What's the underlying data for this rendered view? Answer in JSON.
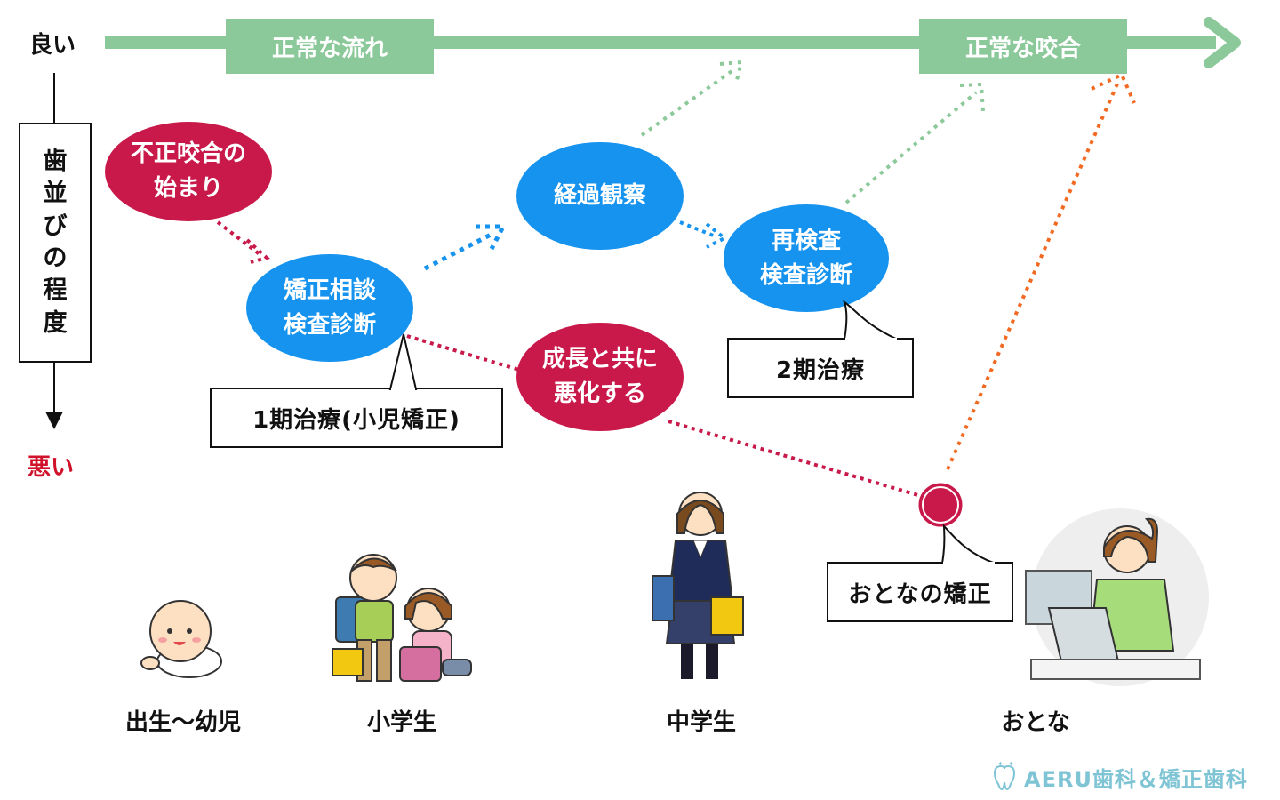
{
  "axis": {
    "good_label": "良い",
    "bad_label": "悪い",
    "vertical_title_chars": [
      "歯",
      "並",
      "び",
      "の",
      "程",
      "度"
    ]
  },
  "top_flow": {
    "normal_flow": "正常な流れ",
    "normal_bite": "正常な咬合"
  },
  "nodes": {
    "malocclusion_start": [
      "不正咬合の",
      "始まり"
    ],
    "consultation": [
      "矯正相談",
      "検査診断"
    ],
    "observation": "経過観察",
    "reexam": [
      "再検査",
      "検査診断"
    ],
    "worsen": [
      "成長と共に",
      "悪化する"
    ]
  },
  "callouts": {
    "phase1": "1期治療(小児矯正)",
    "phase2": "2期治療",
    "adult": "おとなの矯正"
  },
  "stages": {
    "infant": "出生〜幼児",
    "elementary": "小学生",
    "junior_high": "中学生",
    "adult": "おとな"
  },
  "brand": {
    "name": "AERU歯科＆矯正歯科"
  },
  "colors": {
    "green": "#8cc99a",
    "red": "#c8194a",
    "blue": "#1593ee",
    "orange": "#f26a22",
    "brand": "#7ec4d4"
  }
}
